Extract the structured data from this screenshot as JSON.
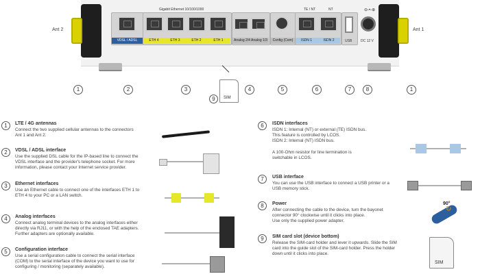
{
  "device": {
    "gigabit_label": "Gigabit Ethernet 10/100/1000",
    "ant_left": "Ant 2",
    "ant_right": "Ant 1",
    "ports": {
      "vdsl": "VDSL / ADSL",
      "eth4": "ETH 4",
      "eth3": "ETH 3",
      "eth2": "ETH 2",
      "eth1": "ETH 1",
      "analog": "Analog 2/4  Analog 1/3",
      "config": "Config (Com)",
      "isdn1": "ISDN 1",
      "isdn2": "ISDN 2",
      "usb": "USB",
      "dc": "DC 12 V",
      "te_nt": "TE / NT",
      "nt": "NT"
    },
    "numbers": [
      "1",
      "2",
      "3",
      "4",
      "5",
      "6",
      "7",
      "8",
      "1"
    ],
    "sim_number": "9",
    "sim_label": "SIM"
  },
  "sections": {
    "s1": {
      "num": "1",
      "title": "LTE / 4G antennas",
      "lines": [
        "Connect the two supplied cellular antennas to the connectors",
        "Ant 1 and Ant 2."
      ]
    },
    "s2": {
      "num": "2",
      "title": "VDSL / ADSL interface",
      "lines": [
        "Use the supplied DSL cable for the IP-based line to connect the",
        "VDSL interface and the provider's telephone socket. For more",
        "information, please contact your Internet service provider."
      ]
    },
    "s3": {
      "num": "3",
      "title": "Ethernet interfaces",
      "lines": [
        "Use an Ethernet cable to connect one of the interfaces ETH 1 to",
        "ETH 4 to your PC or a LAN switch."
      ]
    },
    "s4": {
      "num": "4",
      "title": "Analog interfaces",
      "lines": [
        "Connect analog terminal devices to the analog interfaces either",
        "directly via RJ11, or with the help of the enclosed TAE adapters.",
        "Further adapters are optionally available."
      ]
    },
    "s5": {
      "num": "5",
      "title": "Configuration interface",
      "lines": [
        "Use a serial configuration cable to connect the serial interface",
        "(COM) to the serial interface of the device you want to use for",
        "configuring / monitoring (separately available)."
      ]
    },
    "s6": {
      "num": "6",
      "title": "ISDN interfaces",
      "lines": [
        "ISDN 1: Internal (NT) or external (TE) ISDN bus.",
        "This feature is controlled by LCOS.",
        "ISDN 2: Internal (NT) ISDN bus.",
        "",
        "A 100-Ohm resistor for line termination is",
        "switchable in LCOS."
      ]
    },
    "s7": {
      "num": "7",
      "title": "USB interface",
      "lines": [
        "You can use the USB interface to connect a USB printer or a",
        "USB memory stick."
      ]
    },
    "s8": {
      "num": "8",
      "title": "Power",
      "lines": [
        "After connecting the cable to the device, turn the bayonet",
        "connector 90° clockwise until it clicks into place.",
        "Use only the supplied power adapter."
      ]
    },
    "s9": {
      "num": "9",
      "title": "SIM card slot (device bottom)",
      "lines": [
        "Release the SIM-card holder and lever it upwards. Slide the SIM",
        "card into the guide slot of the SIM-card holder. Press the holder",
        "down until it clicks into place."
      ]
    }
  },
  "illustrations": {
    "power_angle": "90°",
    "sim_label": "SIM"
  }
}
